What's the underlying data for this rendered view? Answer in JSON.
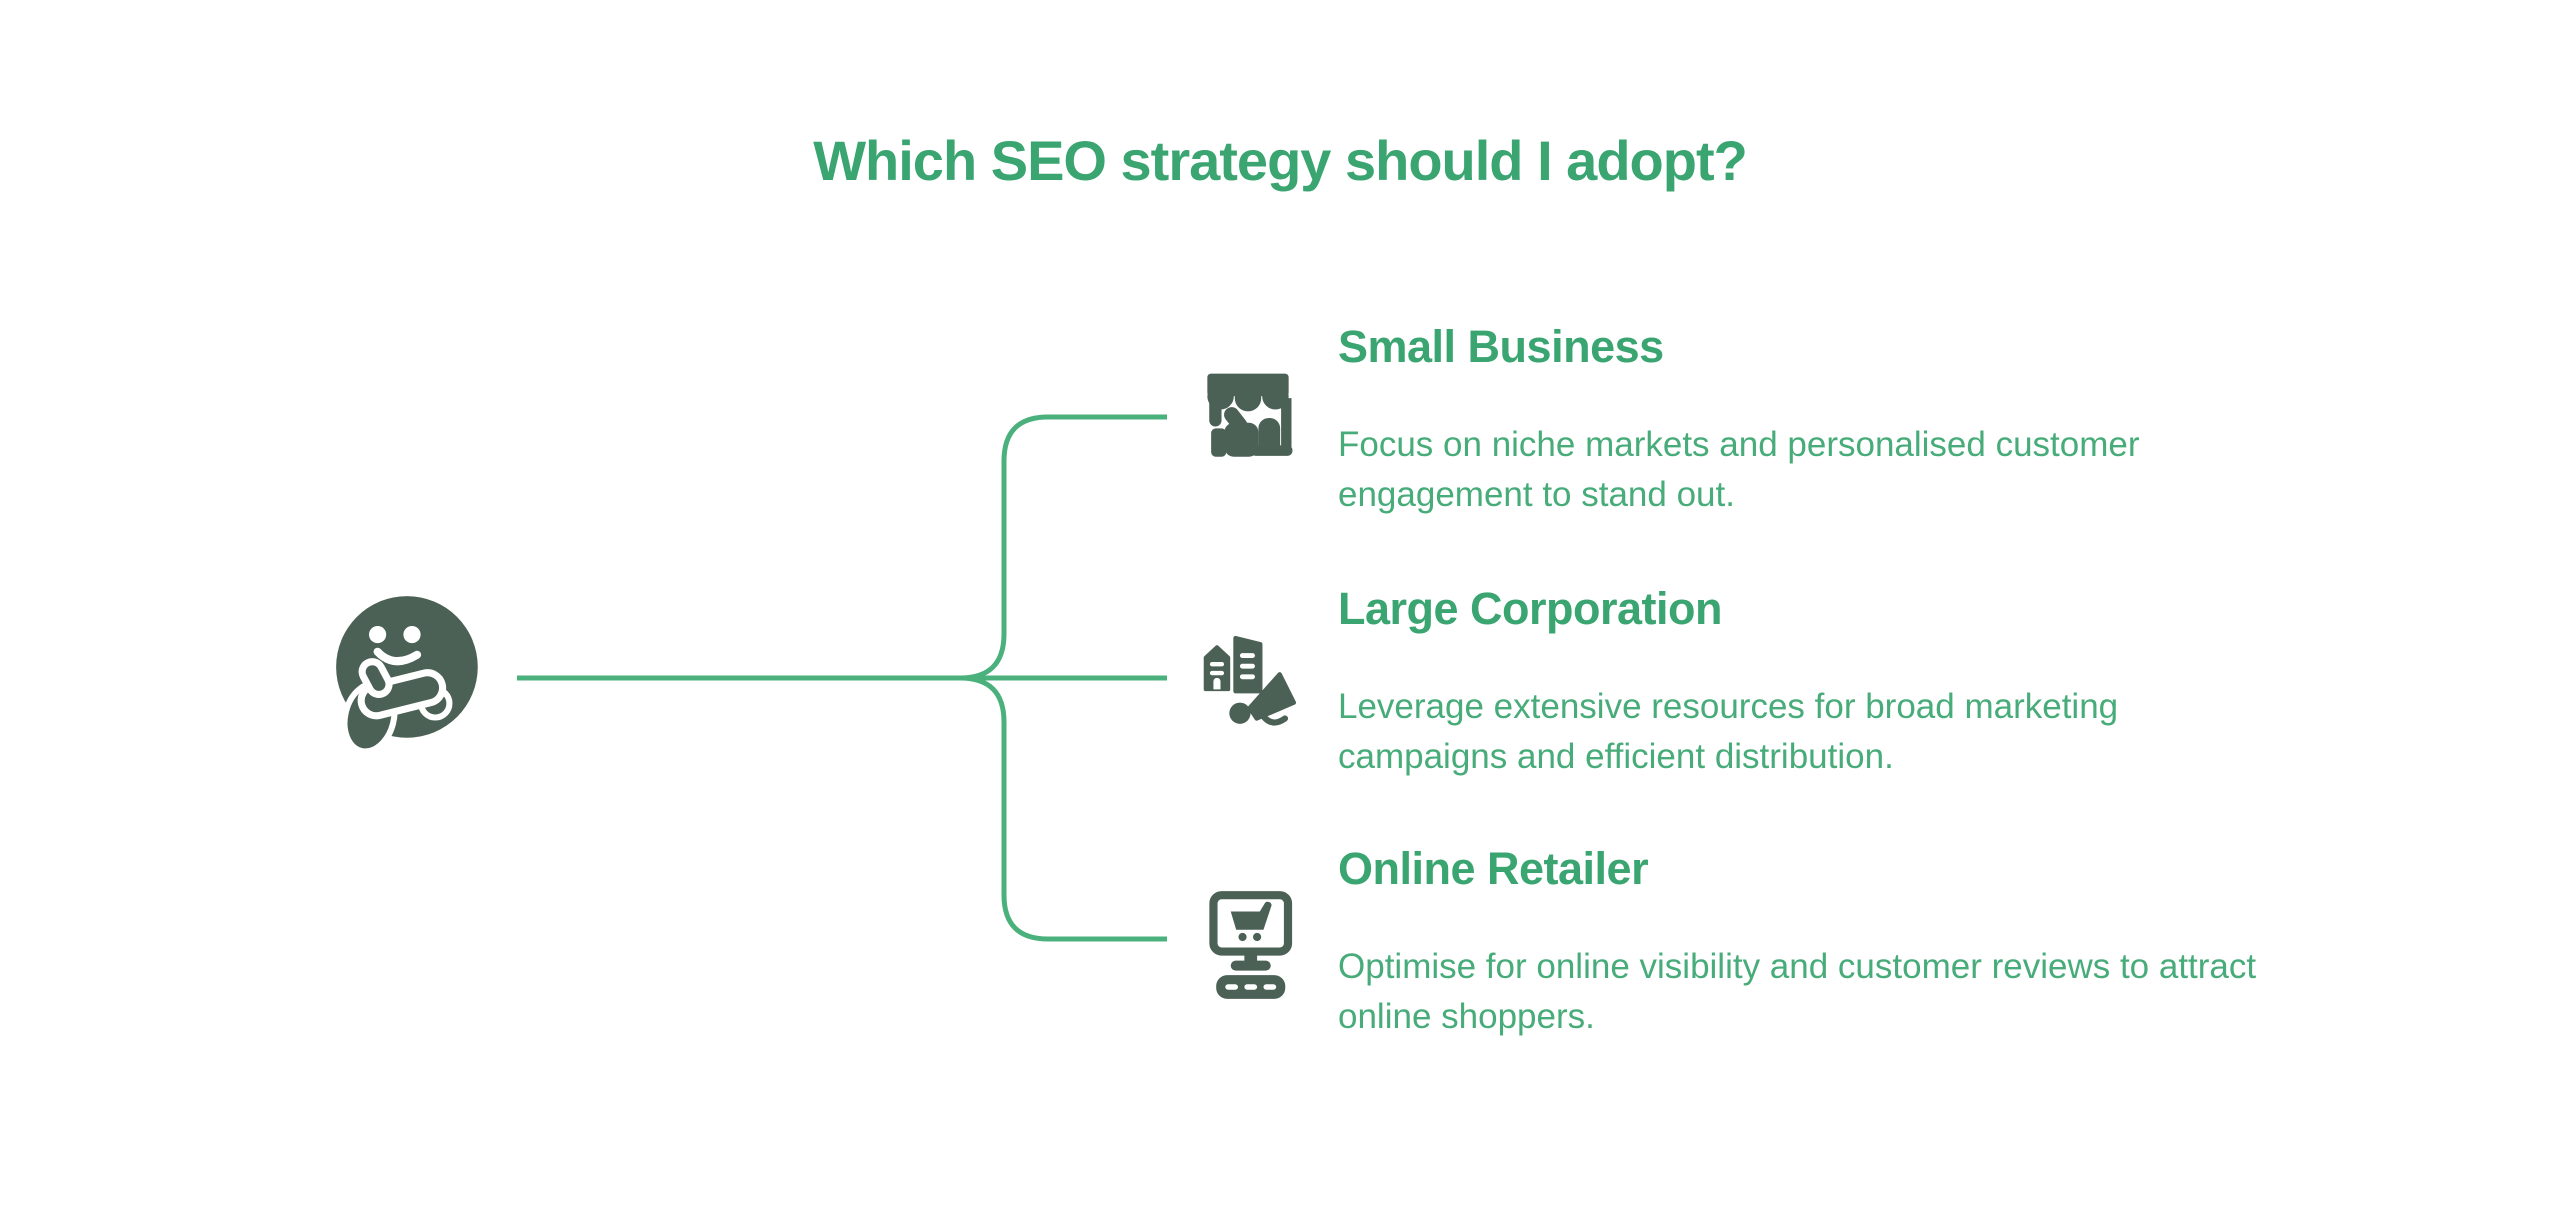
{
  "title": "Which SEO strategy should I adopt?",
  "root": {
    "icon": "thinking-face-icon"
  },
  "branches": [
    {
      "icon": "storefront-thumbs-up-icon",
      "title": "Small Business",
      "description": "Focus on niche markets and personalised customer\nengagement to stand out."
    },
    {
      "icon": "buildings-megaphone-icon",
      "title": "Large Corporation",
      "description": "Leverage extensive resources for broad marketing\ncampaigns and efficient distribution."
    },
    {
      "icon": "computer-shopping-cart-icon",
      "title": "Online Retailer",
      "description": "Optimise for online visibility and customer reviews to attract\nonline shoppers."
    }
  ],
  "colors": {
    "heading_green": "#3aa571",
    "body_green": "#47ac79",
    "line_green": "#4bb17c",
    "icon_dark": "#4c6156",
    "background": "#ffffff"
  }
}
